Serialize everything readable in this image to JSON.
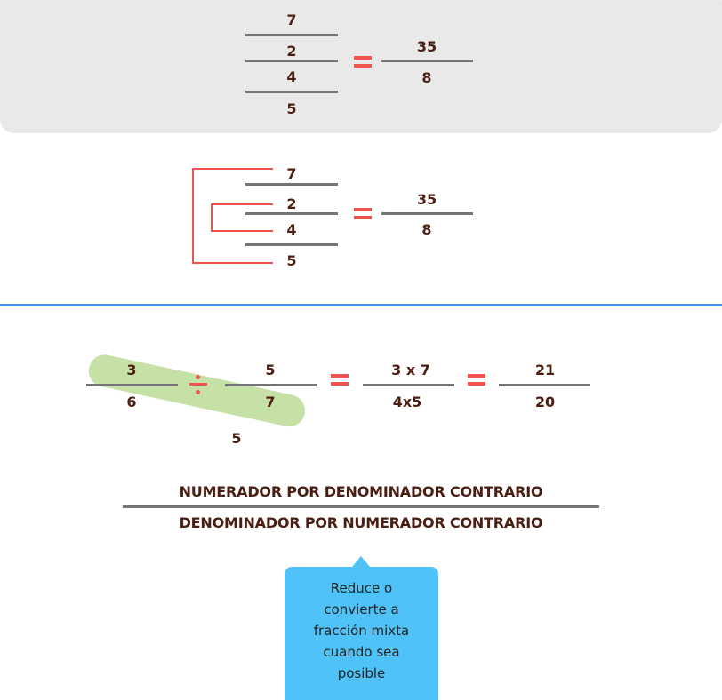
{
  "colors": {
    "panel_bg": "#e9e9e9",
    "text": "#4a1e12",
    "fraction_bar": "#757575",
    "operator": "#ef5350",
    "divider": "#4a8ff0",
    "highlight": "#c5e1a5",
    "tip_bg": "#4fc3f7"
  },
  "example1": {
    "complex_fraction": {
      "top_numerator": "7",
      "top_denominator": "2",
      "bottom_numerator": "4",
      "bottom_denominator": "5"
    },
    "equals": "=",
    "result": {
      "numerator": "35",
      "denominator": "8"
    }
  },
  "example2": {
    "complex_fraction": {
      "top_numerator": "7",
      "top_denominator": "2",
      "bottom_numerator": "4",
      "bottom_denominator": "5"
    },
    "equals": "=",
    "result": {
      "numerator": "35",
      "denominator": "8"
    },
    "brackets": [
      "extremes (7 × 5)",
      "means (2 × 4)"
    ]
  },
  "example3": {
    "fraction_a": {
      "numerator": "3",
      "denominator": "6"
    },
    "operator": "÷",
    "fraction_b": {
      "numerator": "5",
      "denominator": "7"
    },
    "stray_number": "5",
    "step": {
      "numerator": "3 x 7",
      "denominator": "4x5"
    },
    "result": {
      "numerator": "21",
      "denominator": "20"
    }
  },
  "rule": {
    "numerator_text": "NUMERADOR POR DENOMINADOR CONTRARIO",
    "denominator_text": "DENOMINADOR POR NUMERADOR CONTRARIO"
  },
  "tip": {
    "lines": [
      "Reduce o",
      "convierte a",
      "fracción mixta",
      "cuando sea",
      "posible"
    ]
  }
}
